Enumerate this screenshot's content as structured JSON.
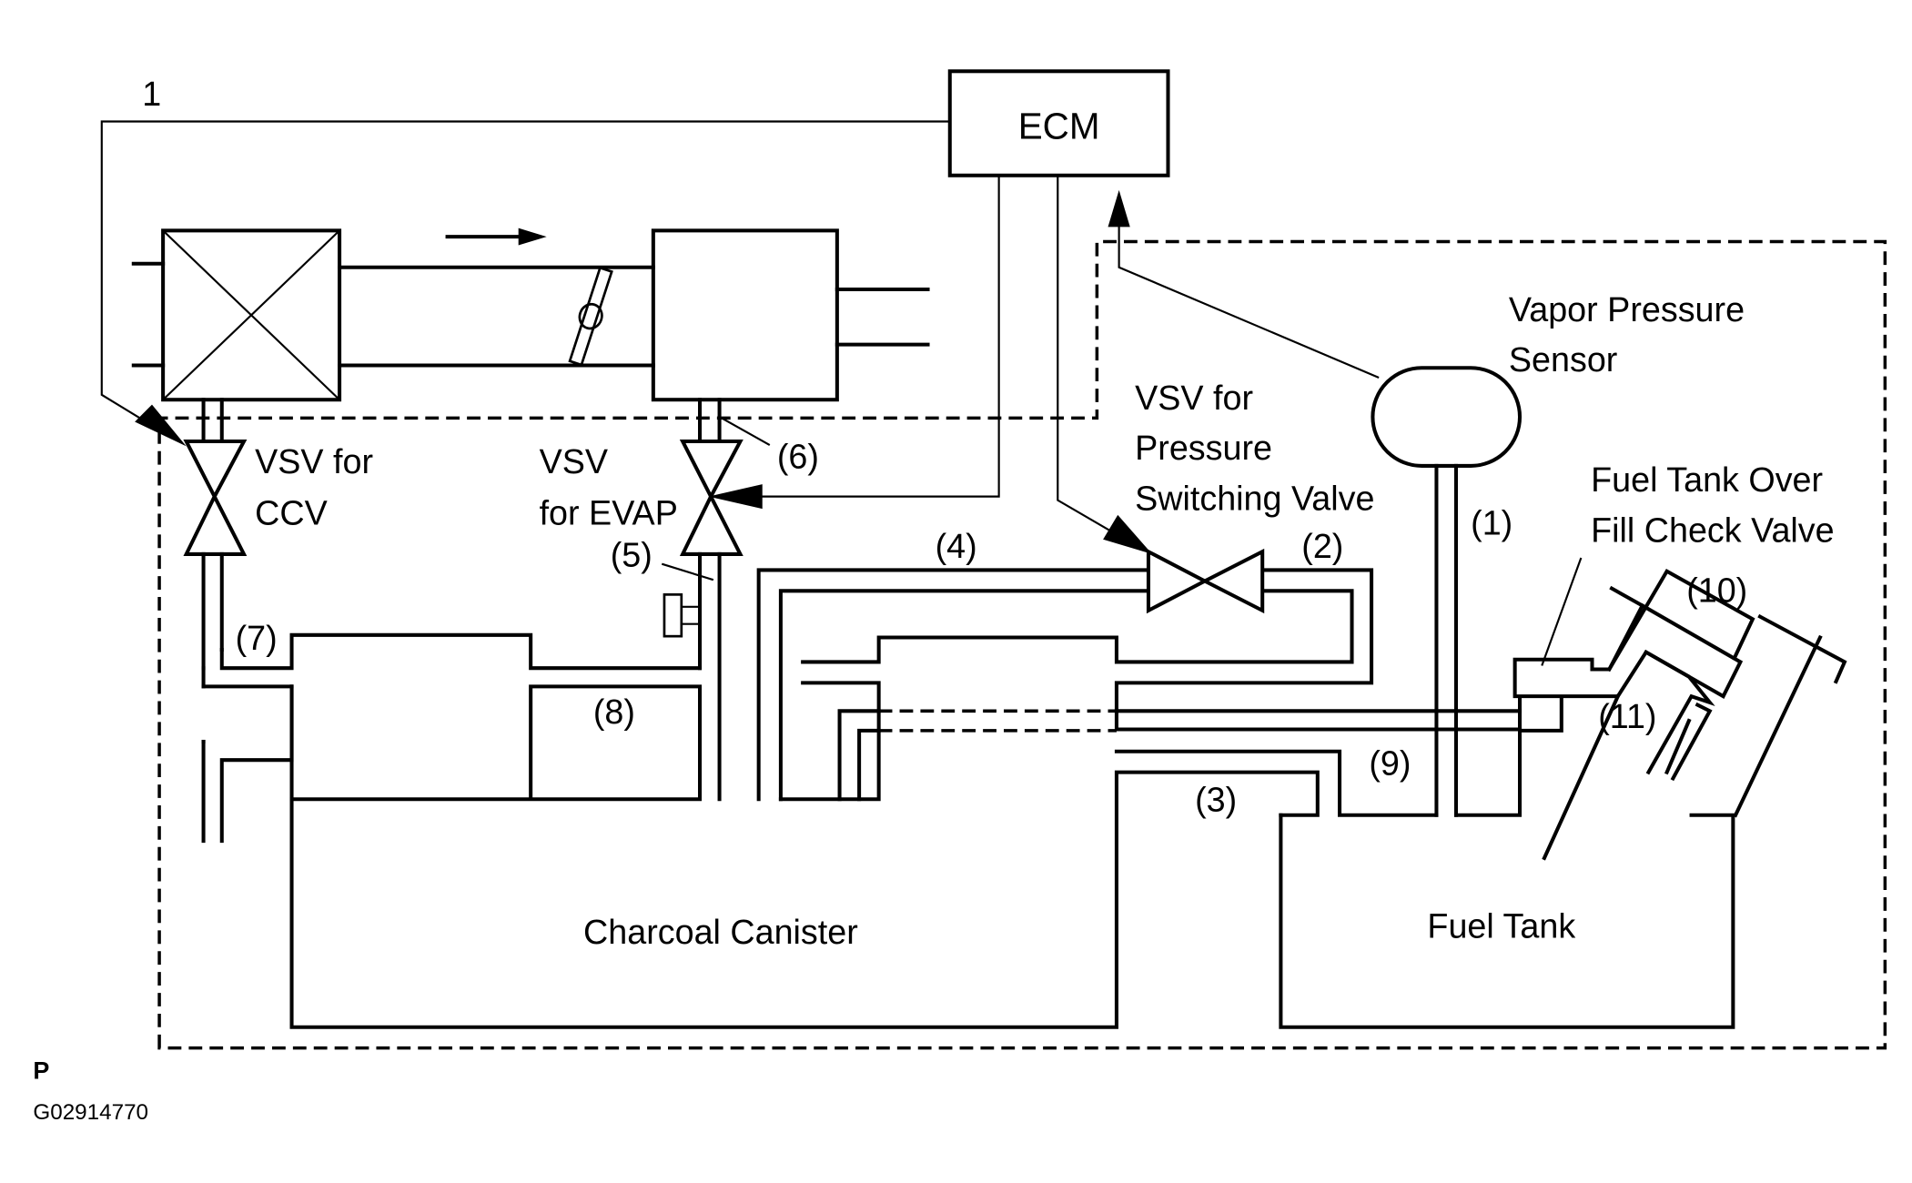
{
  "diagram": {
    "figure_number": "1",
    "labels": {
      "ecm": "ECM",
      "vapor_pressure_sensor_line1": "Vapor Pressure",
      "vapor_pressure_sensor_line2": "Sensor",
      "vsv_pressure_line1": "VSV for",
      "vsv_pressure_line2": "Pressure",
      "vsv_pressure_line3": "Switching Valve",
      "vsv_ccv_line1": "VSV for",
      "vsv_ccv_line2": "CCV",
      "vsv_evap_line1": "VSV",
      "vsv_evap_line2": "for EVAP",
      "fuel_tank_over_fill_line1": "Fuel Tank Over",
      "fuel_tank_over_fill_line2": "Fill Check Valve",
      "charcoal_canister": "Charcoal Canister",
      "fuel_tank": "Fuel Tank"
    },
    "callouts": {
      "c1": "(1)",
      "c2": "(2)",
      "c3": "(3)",
      "c4": "(4)",
      "c5": "(5)",
      "c6": "(6)",
      "c7": "(7)",
      "c8": "(8)",
      "c9": "(9)",
      "c10": "(10)",
      "c11": "(11)"
    },
    "corner_mark": "P",
    "figure_id": "G02914770"
  }
}
